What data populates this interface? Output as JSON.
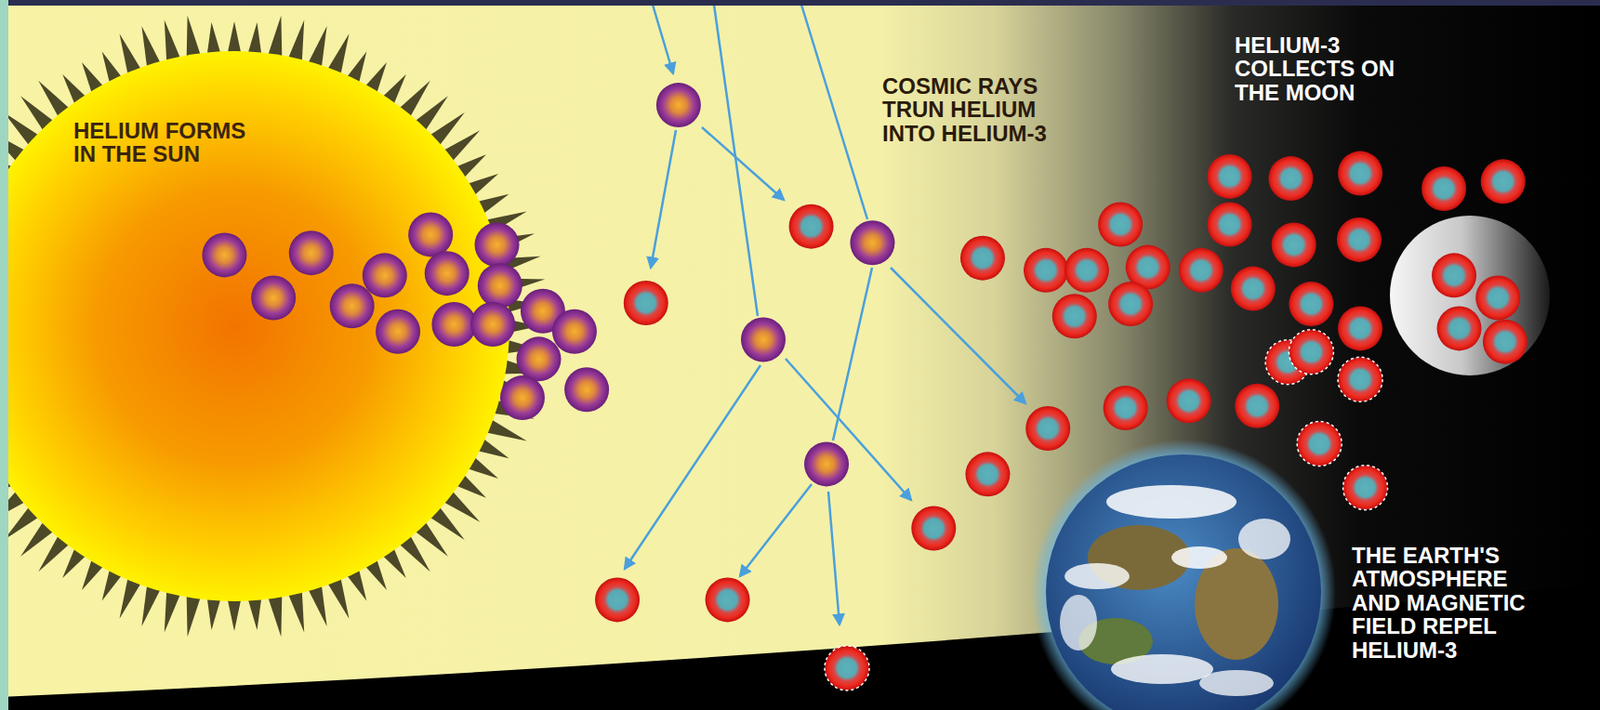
{
  "diagram": {
    "labels": [
      "HELIUM FORMS IN THE SUN",
      "COSMIC RAYS TRUN HELIUM INTO HELIUM-3",
      "HELIUM-3 COLLECTS ON THE MOON",
      "THE EARTH'S ATMOSPHERE AND MAGNETIC FIELD REPEL HELIUM-3"
    ]
  }
}
